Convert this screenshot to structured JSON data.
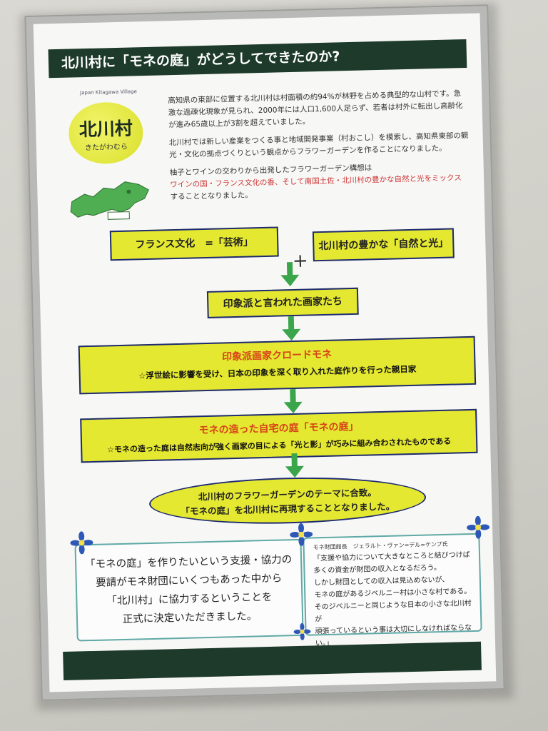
{
  "poster": {
    "title": "北川村に「モネの庭」がどうしてできたのか?",
    "logo": {
      "top_small": "Japan Kitagawa Village",
      "main": "北川村",
      "kana": "きたがわむら"
    },
    "intro": [
      "高知県の東部に位置する北川村は村面積の約94%が林野を占める典型的な山村です。急激な過疎化現象が見られ、2000年には人口1,600人足らず、若者は村外に転出し高齢化が進み65歳以上が3割を超えていました。",
      "北川村では新しい産業をつくる事と地域開発事業（村おこし）を模索し、高知県東部の観光・文化の拠点づくりという観点からフラワーガーデンを作ることになりました。",
      "柚子とワインの交わりから出発したフラワーガーデン構想は"
    ],
    "intro_red": "ワインの国・フランス文化の香、そして南国土佐・北川村の豊かな自然と光をミックス",
    "intro_end": "することとなりました。",
    "flow": {
      "left_box": "フランス文化　=「芸術」",
      "plus": "+",
      "right_box": "北川村の豊かな「自然と光」",
      "impressionists": "印象派と言われた画家たち",
      "monet_title": "印象派画家クロードモネ",
      "monet_desc": "☆浮世絵に影響を受け、日本の印象を深く取り入れた庭作りを行った親日家",
      "garden_title": "モネの造った自宅の庭「モネの庭」",
      "garden_desc": "☆モネの造った庭は自然志向が強く画家の目による「光と影」が巧みに組み合わされたものである",
      "oval_line1": "北川村のフラワーガーデンのテーマに合致。",
      "oval_line2": "「モネの庭」を北川村に再現することとなりました。"
    },
    "panel_left": [
      "「モネの庭」を作りたいという支援・協力の",
      "要請がモネ財団にいくつもあった中から",
      "「北川村」に協力するということを",
      "正式に決定いただきました。"
    ],
    "panel_right_head": "モネ財団館長　ジェラルト・ヴァン=デル=ケンプ氏",
    "panel_right": [
      "「支援や協力について大きなところと結びつけば",
      "多くの資金が財団の収入となるだろう。",
      "しかし財団としての収入は見込めないが、",
      "モネの庭があるジベルニー村は小さな村である。",
      "そのジベルニーと同じような日本の小さな北川村が",
      "頑張っているという事は大切にしなければならない。」"
    ]
  }
}
